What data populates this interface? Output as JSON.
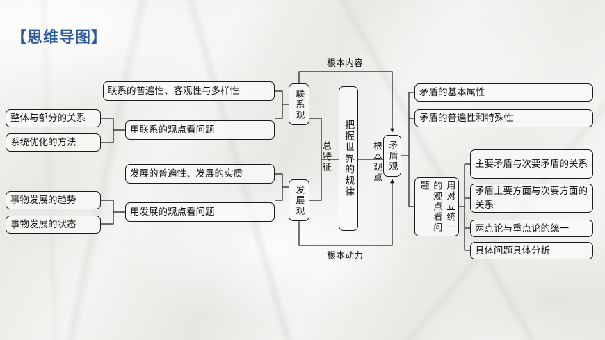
{
  "page": {
    "title": "【思维导图】",
    "title_color": "#2d5a9e"
  },
  "diagram": {
    "type": "mind-map",
    "center": {
      "core": "把握世界的规律",
      "branches": [
        "联系观",
        "发展观",
        "矛盾观"
      ]
    },
    "edge_labels": {
      "top": "根本内容",
      "bottom": "根本动力",
      "common_feature": "总特征",
      "fundamental_view": "根本观点"
    },
    "lianxi": {
      "title": "联系观",
      "children": [
        {
          "label": "联系的普遍性、客观性与多样性",
          "leaves": []
        },
        {
          "label": "用联系的观点看问题",
          "leaves": [
            "整体与部分的关系",
            "系统优化的方法"
          ]
        }
      ]
    },
    "fazhan": {
      "title": "发展观",
      "children": [
        {
          "label": "发展的普遍性、发展的实质",
          "leaves": []
        },
        {
          "label": "用发展的观点看问题",
          "leaves": [
            "事物发展的趋势",
            "事物发展的状态"
          ]
        }
      ]
    },
    "maodun": {
      "title": "矛盾观",
      "children": [
        {
          "label": "矛盾的基本属性"
        },
        {
          "label": "矛盾的普遍性和特殊性"
        },
        {
          "label": "用对立统一的观点看问题",
          "leaves": [
            "主要矛盾与次要矛盾的关系",
            "矛盾主要方面与次要方面的关系",
            "两点论与重点论的统一",
            "具体问题具体分析"
          ]
        }
      ]
    }
  }
}
